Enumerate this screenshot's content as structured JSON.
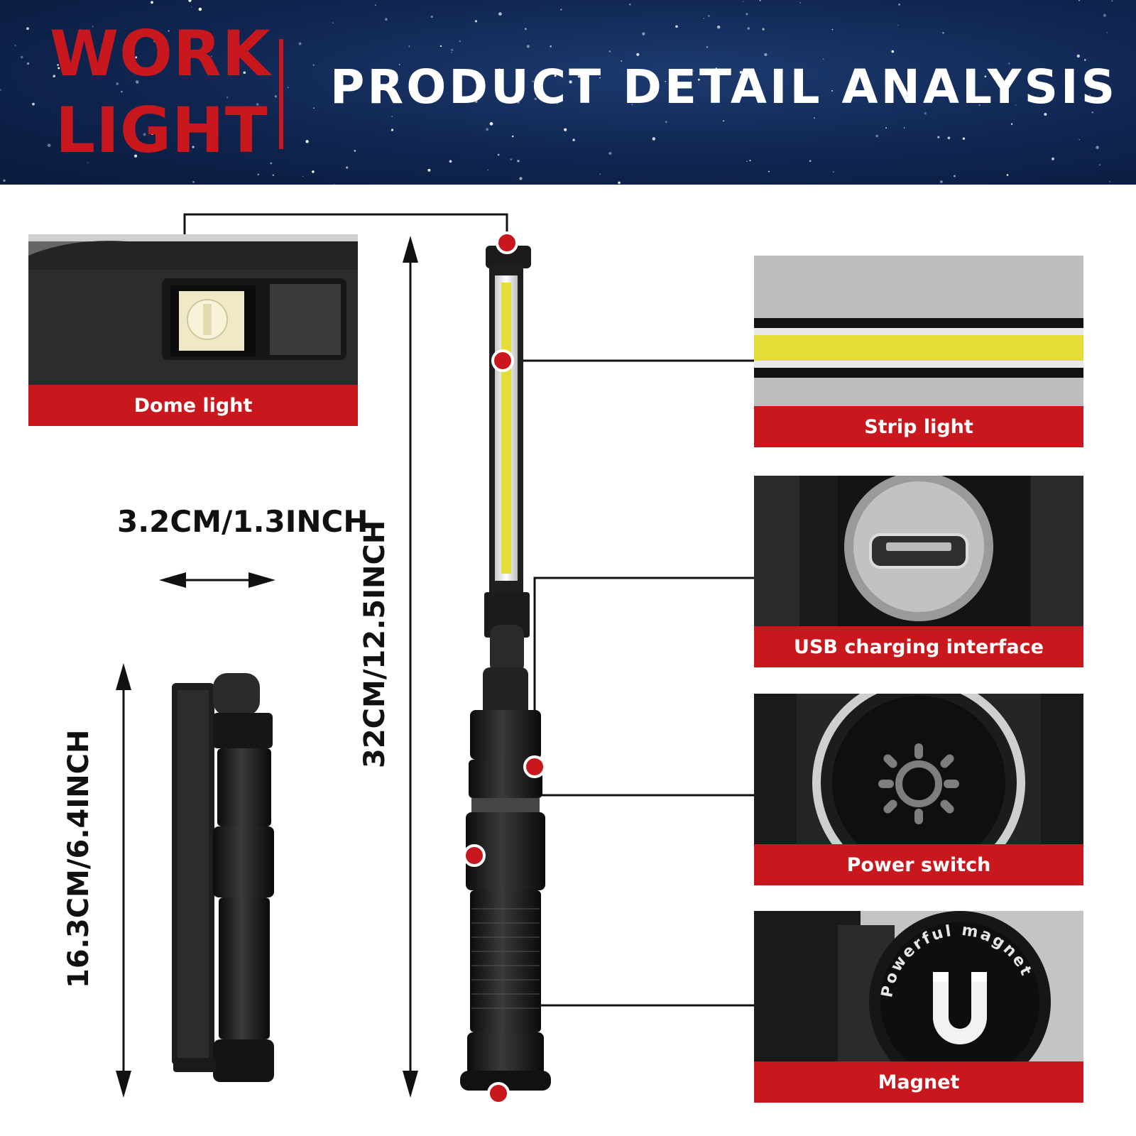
{
  "header": {
    "brand_line_1": "WORK",
    "brand_line_2": "LIGHT",
    "title": "PRODUCT DETAIL ANALYSIS"
  },
  "features": {
    "dome": "Dome light",
    "strip": "Strip light",
    "usb": "USB charging interface",
    "power": "Power switch",
    "magnet": "Magnet"
  },
  "magnet_text": "Powerful magnet",
  "dimensions": {
    "width": "3.2CM/1.3INCH",
    "full_length": "32CM/12.5INCH",
    "folded_length": "16.3CM/6.4INCH"
  },
  "colors": {
    "brand_red": "#c8171d",
    "header_navy": "#0f2550",
    "strip_yellow": "#e3dd35"
  }
}
